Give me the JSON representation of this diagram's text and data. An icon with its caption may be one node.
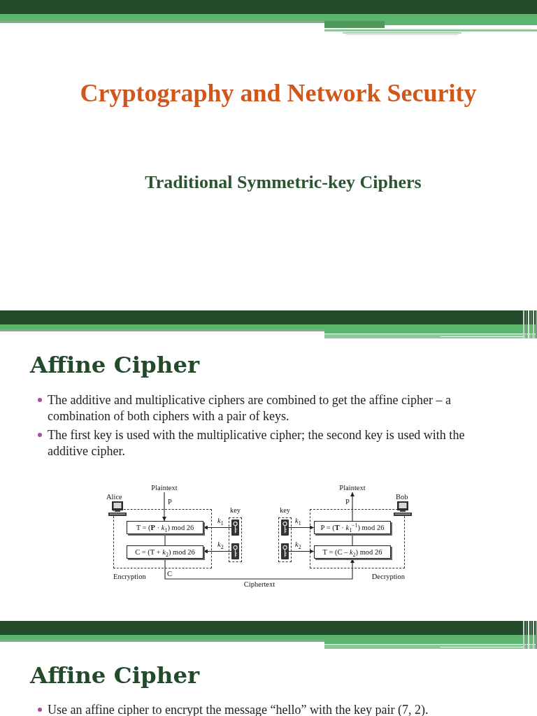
{
  "diagram": {
    "title": "Cryptography and Network Security",
    "nodes": [
      {
        "text": [
          "Plaintext"
        ]
      },
      {
        "text": [
          "Plaintext"
        ]
      },
      {
        "text": [
          "Encryption"
        ]
      },
      {
        "text": [
          "T = (**P** · *k*$_{1}$) mod 26"
        ],
        "in": 2
      },
      {
        "text": [
          "C = (T + *k*$_{2}$) mod 26"
        ],
        "in": 2
      },
      {
        "text": [
          "key"
        ]
      },
      {
        "text": [],
        "shape": "picture",
        "in": 5
      },
      {
        "text": [],
        "shape": "picture",
        "in": 5
      },
      {
        "text": [
          "key"
        ]
      },
      {
        "text": [],
        "shape": "picture",
        "in": 8
      },
      {
        "text": [],
        "shape": "picture",
        "in": 8
      },
      {
        "text": [
          "Decryption"
        ]
      },
      {
        "text": [
          "P = (**T** · *k*$_{1}$$^{−1}$) mod 26"
        ],
        "in": 11
      },
      {
        "text": [
          "T = (C – *k*$_{2}$) mod 26"
        ],
        "in": 11
      }
    ],
    "edges": [
      {
        "from": 0,
        "to": 3,
        "arrow": "to",
        "label": "P"
      },
      {
        "from": 3,
        "to": 4,
        "arrow": "none"
      },
      {
        "from": 6,
        "to": 3,
        "arrow": "to",
        "label": "*k*$_{1}$"
      },
      {
        "from": 7,
        "to": 4,
        "arrow": "to",
        "label": "*k*$_{2}$"
      },
      {
        "from": 4,
        "to": 13,
        "arrow": "to",
        "label": "Ciphertext"
      },
      {
        "from": 9,
        "to": 12,
        "arrow": "to",
        "label": "*k*$_{1}$"
      },
      {
        "from": 10,
        "to": 13,
        "arrow": "to",
        "label": "*k*$_{2}$"
      },
      {
        "from": 13,
        "to": 12,
        "arrow": "none"
      },
      {
        "from": 12,
        "to": 1,
        "arrow": "to",
        "label": "P"
      }
    ],
    "labels": [
      "Traditional Symmetric-key Ciphers",
      "Affine Cipher",
      "The additive and multiplicative ciphers are combined to get the affine cipher – a combination of both ciphers with a pair of keys.",
      "The first key is used with the multiplicative cipher; the second key is used with the additive cipher.",
      "Alice",
      "Bob",
      "C",
      "Affine Cipher",
      "Use an affine cipher to encrypt the message “hello” with the key pair (7, 2)."
    ]
  }
}
